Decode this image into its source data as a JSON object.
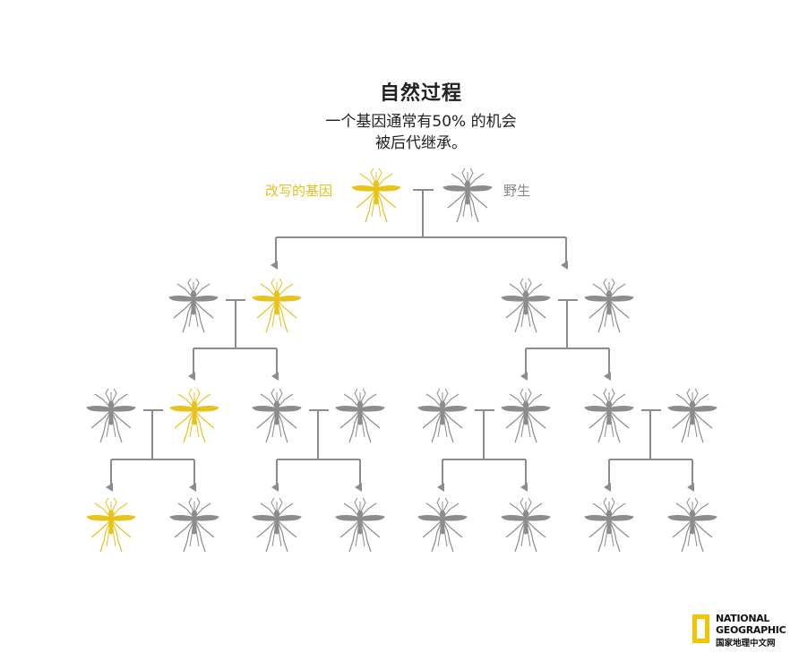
{
  "header": {
    "title": "自然过程",
    "subtitle_line1": "一个基因通常有50% 的机会",
    "subtitle_line2": "被后代继承。"
  },
  "legend": {
    "modified_label": "改写的基因",
    "wild_label": "野生"
  },
  "colors": {
    "modified": "#e8c31c",
    "wild": "#8c8c8c",
    "line": "#8c8c8c",
    "logo_yellow": "#f2c500"
  },
  "tree": {
    "generation_1": [
      "modified",
      "wild"
    ],
    "generation_2": [
      "wild",
      "modified",
      "wild",
      "wild"
    ],
    "generation_3": [
      "wild",
      "modified",
      "wild",
      "wild",
      "wild",
      "wild",
      "wild",
      "wild"
    ],
    "generation_4": [
      "modified",
      "wild",
      "wild",
      "wild",
      "wild",
      "wild",
      "wild",
      "wild"
    ]
  },
  "logo": {
    "line1": "NATIONAL",
    "line2": "GEOGRAPHIC",
    "line3": "国家地理中文网"
  }
}
